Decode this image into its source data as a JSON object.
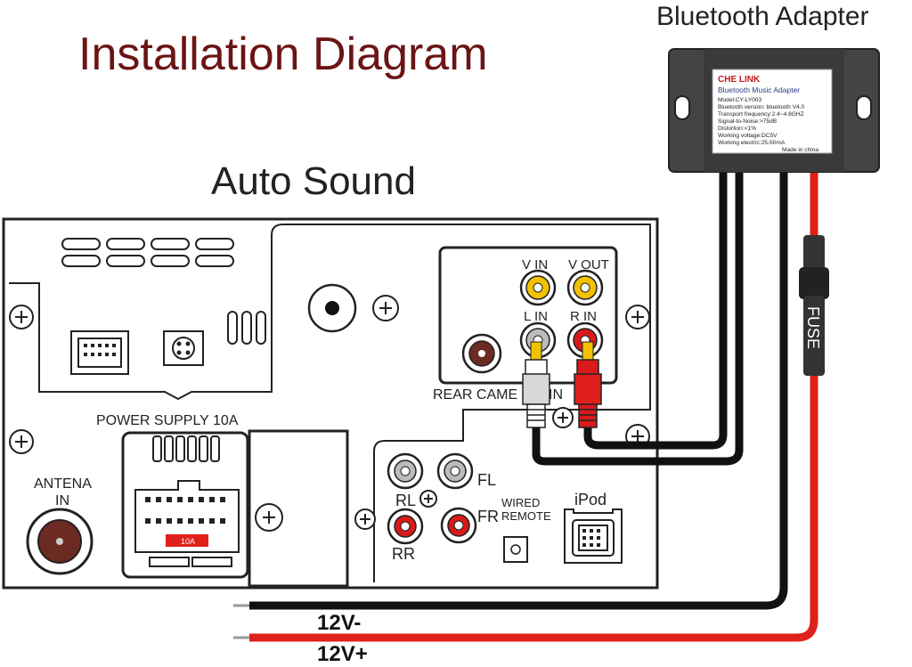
{
  "diagram": {
    "title": "Installation Diagram",
    "head_unit_label": "Auto Sound",
    "adapter_label": "Bluetooth Adapter",
    "adapter_sticker": {
      "brand": "CHE LINK",
      "product": "Bluetooth Music Adapter",
      "specs": [
        "Model:CY-LY003",
        "Bluetooth version: bluetooth V4.0",
        "Transport frequency:2.4~4.8GHZ",
        "Signal-to-Noise:>75dB",
        "Distortion:<1%",
        "Working voltage:DC5V",
        "Working electric:25-50mA"
      ],
      "made_in": "Made in china"
    },
    "fuse_label": "FUSE",
    "power_supply_label": "POWER SUPPLY 10A",
    "fuse_slot_label": "10A",
    "antenna_label": [
      "ANTENA",
      "IN"
    ],
    "rca_labels": {
      "v_in": "V IN",
      "v_out": "V OUT",
      "l_in": "L IN",
      "r_in": "R IN",
      "rear_camera": "REAR CAME",
      "rear_camera_tail": "IN"
    },
    "speaker_labels": {
      "fl": "FL",
      "rl": "RL",
      "fr": "FR",
      "rr": "RR"
    },
    "wired_remote_label": [
      "WIRED",
      "REMOTE"
    ],
    "ipod_label": "iPod",
    "wire_labels": {
      "negative": "12V-",
      "positive": "12V+"
    },
    "colors": {
      "title": "#6b1414",
      "wire_red": "#e0201a",
      "wire_black": "#111111",
      "rca_yellow": "#f2c200",
      "rca_red": "#d81a1a",
      "antenna": "#6b2a22",
      "adapter_body": "#444444"
    }
  }
}
